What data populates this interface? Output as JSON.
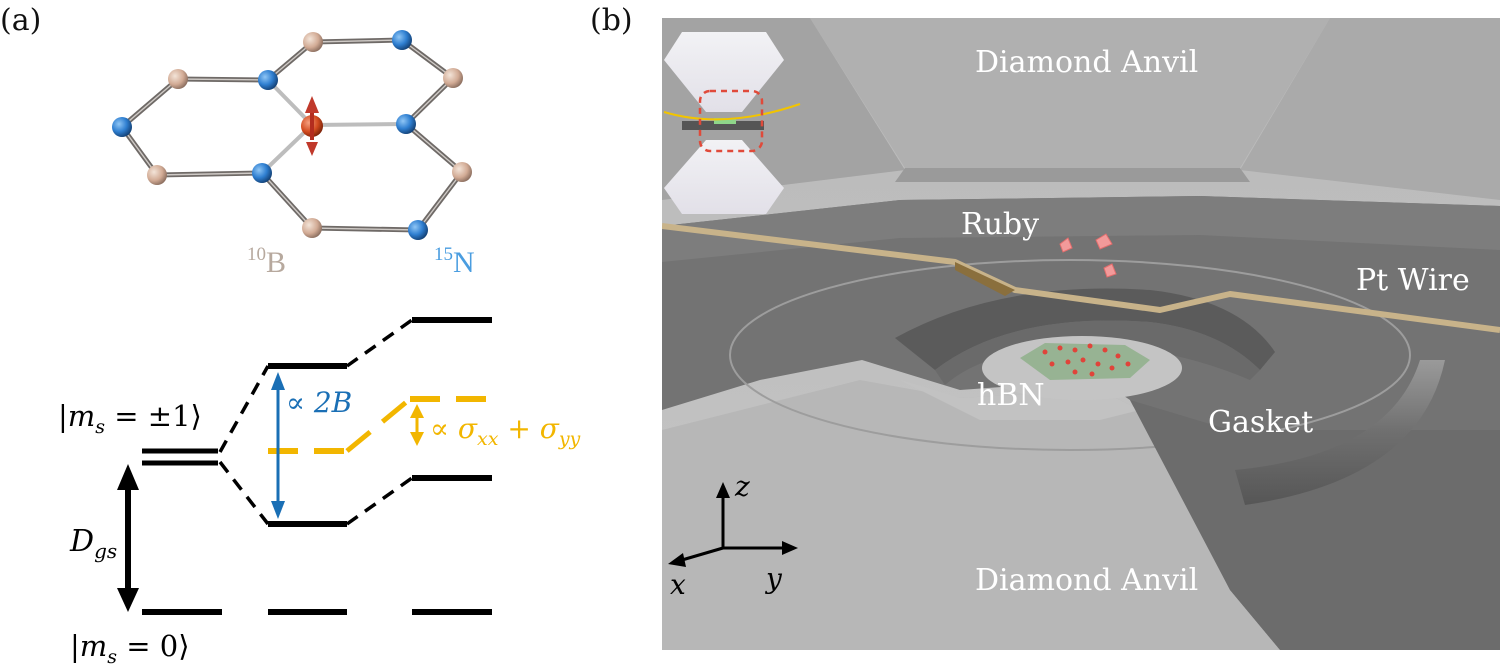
{
  "panel_a": {
    "label": "(a)",
    "isotope_b": {
      "mass": "10",
      "symbol": "B",
      "color": "#b7a99e"
    },
    "isotope_n": {
      "mass": "15",
      "symbol": "N",
      "color": "#4a9de0"
    },
    "state_plus_minus": {
      "open": "|",
      "m": "m",
      "s": "s",
      "rest": " = ±1⟩"
    },
    "state_zero": {
      "open": "|",
      "m": "m",
      "s": "s",
      "rest": " = 0⟩"
    },
    "dgs": {
      "D": "D",
      "sub": "gs"
    },
    "zeeman": {
      "prefix": "∝ ",
      "value": "2B",
      "color": "#1a6fb5"
    },
    "stress": {
      "prefix": "∝ ",
      "sigma1": "σ",
      "sub1": "xx",
      "plus": " + ",
      "sigma2": "σ",
      "sub2": "yy",
      "color": "#f2b600"
    }
  },
  "panel_b": {
    "label": "(b)",
    "top_anvil": "Diamond Anvil",
    "bottom_anvil": "Diamond Anvil",
    "ruby": "Ruby",
    "pt_wire": "Pt Wire",
    "hbn": "hBN",
    "gasket": "Gasket",
    "axes": {
      "z": "z",
      "x": "x",
      "y": "y"
    }
  },
  "colors": {
    "spin_arrow": "#c0392b",
    "boron_atom": "#d9b7a3",
    "nitrogen_atom": "#2f7fd1",
    "wire": "#c8b38a",
    "ruby_chip": "#f29a9a"
  }
}
